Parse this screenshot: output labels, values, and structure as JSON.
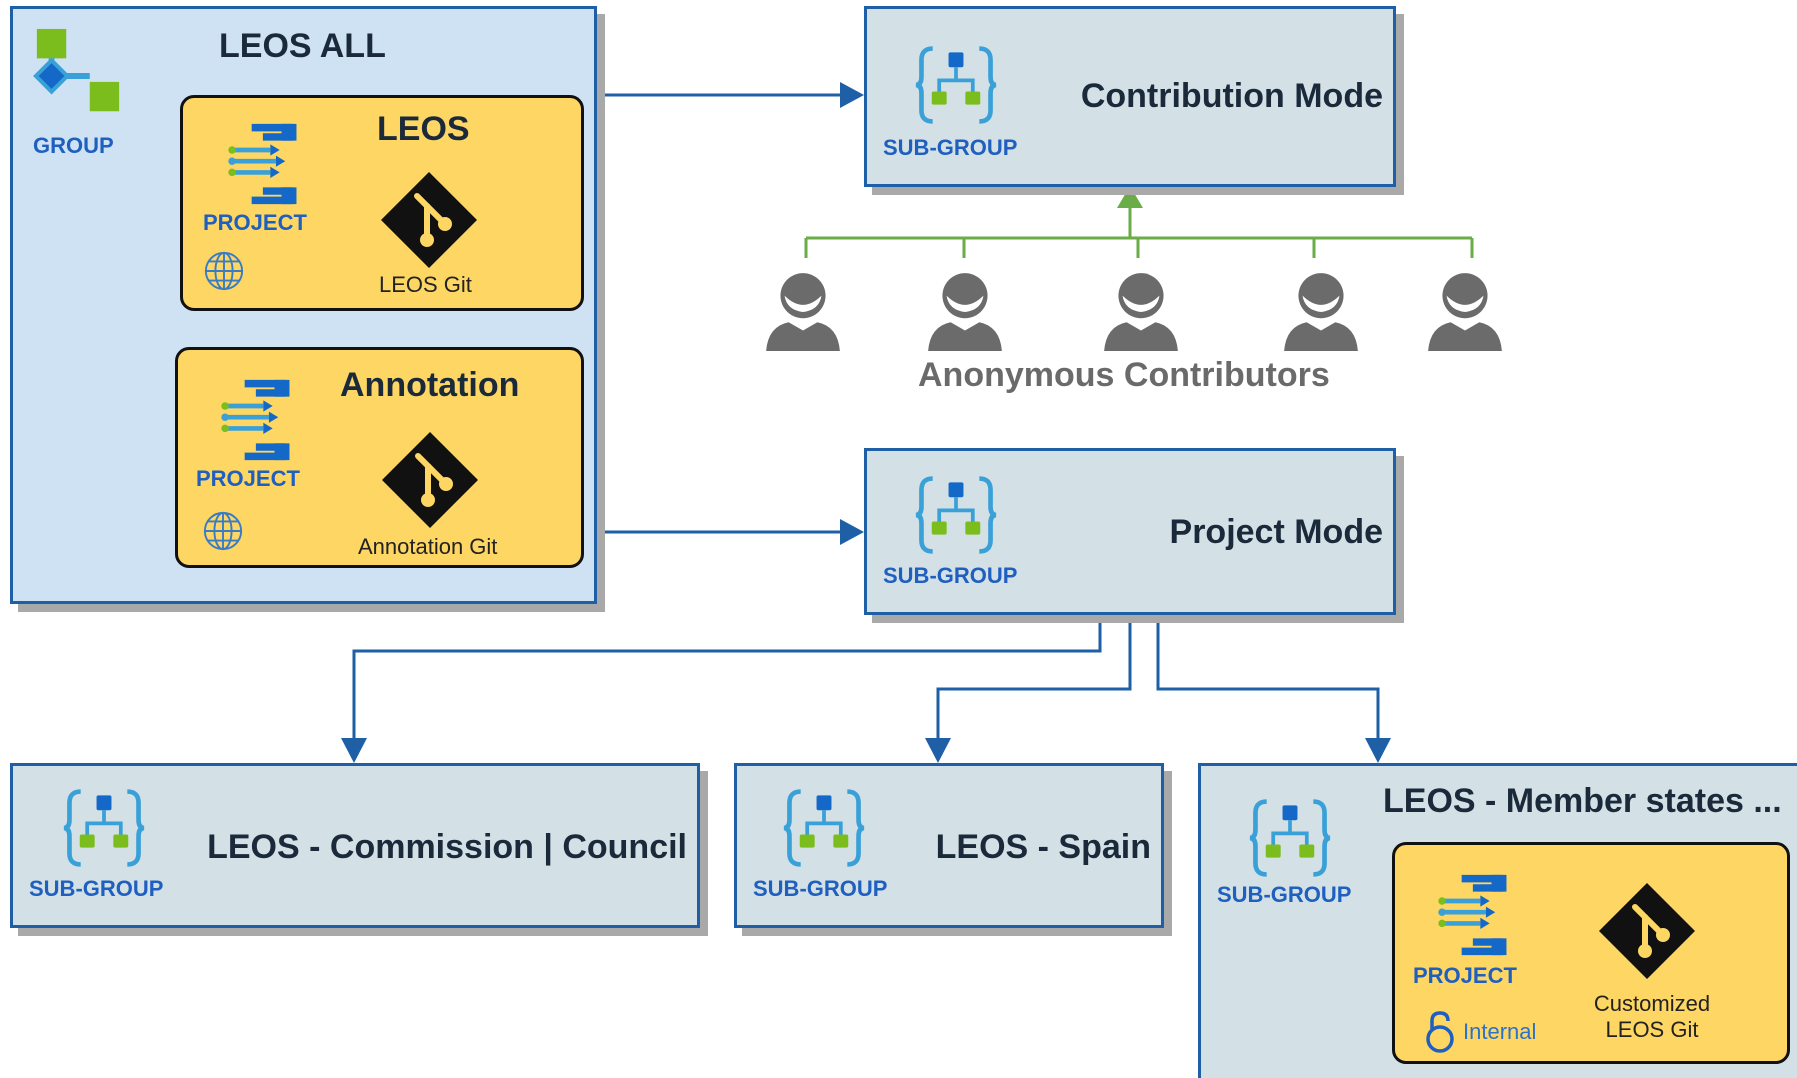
{
  "colors": {
    "group_fill": "#cfe2f3",
    "subgroup_fill": "#d3e1e6",
    "project_fill": "#fdd663",
    "border_blue": "#1f5fa6",
    "connector_blue": "#1f5fa6",
    "connector_green": "#6aad46",
    "label_blue": "#1f5fbf",
    "git_black": "#111111",
    "git_yellow": "#fdd663",
    "person_gray": "#6b6b6b"
  },
  "group": {
    "title": "LEOS ALL",
    "type_label": "GROUP",
    "icon": "group-icon",
    "projects": [
      {
        "title": "LEOS",
        "type_label": "PROJECT",
        "git_label": "LEOS Git",
        "visibility_icon": "globe-icon"
      },
      {
        "title": "Annotation",
        "type_label": "PROJECT",
        "git_label": "Annotation Git",
        "visibility_icon": "globe-icon"
      }
    ]
  },
  "contribution": {
    "title": "Contribution Mode",
    "type_label": "SUB-GROUP",
    "contributors_label": "Anonymous Contributors",
    "contributor_icon": "person-icon"
  },
  "project_mode": {
    "title": "Project Mode",
    "type_label": "SUB-GROUP"
  },
  "children": [
    {
      "title": "LEOS - Commission | Council",
      "type_label": "SUB-GROUP"
    },
    {
      "title": "LEOS - Spain",
      "type_label": "SUB-GROUP"
    },
    {
      "title": "LEOS - Member states ...",
      "type_label": "SUB-GROUP",
      "project": {
        "type_label": "PROJECT",
        "git_label_line1": "Customized",
        "git_label_line2": "LEOS Git",
        "visibility_label": "Internal",
        "visibility_icon": "lock-open-icon"
      }
    }
  ]
}
